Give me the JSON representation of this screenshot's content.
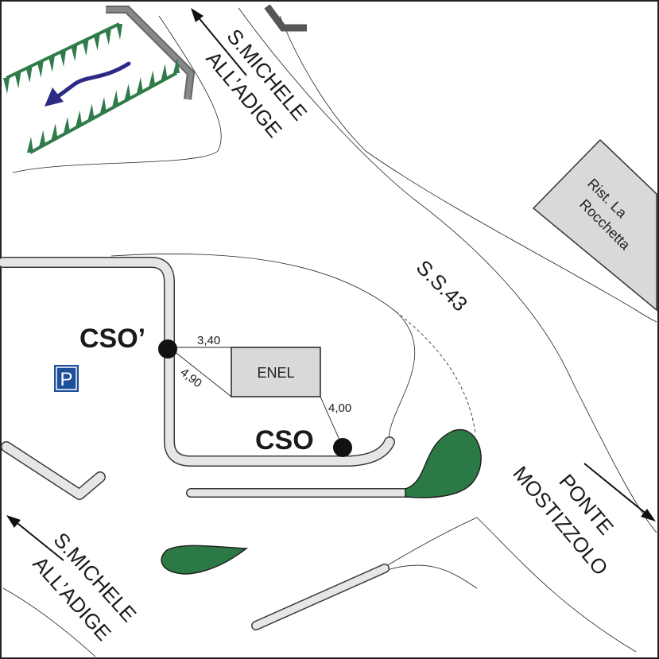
{
  "map": {
    "road_labels": {
      "s_michele_top_line1": "S.MICHELE",
      "s_michele_top_line2": "ALL’ADIGE",
      "s_michele_bottom_line1": "S.MICHELE",
      "s_michele_bottom_line2": "ALL’ADIGE",
      "ss43": "S.S.43",
      "ponte_line1": "PONTE",
      "ponte_line2": "MOSTIZZOLO"
    },
    "buildings": {
      "rist_line1": "Rist. La",
      "rist_line2": "Rocchetta",
      "enel": "ENEL"
    },
    "points": {
      "cso_prime": "CSO’",
      "cso": "CSO"
    },
    "distances": {
      "d1": "3,40",
      "d2": "4,90",
      "d3": "4,00"
    },
    "parking": "P",
    "colors": {
      "vegetation": "#2f7b4a",
      "tree_blob": "#1f6b3a",
      "river_arrow": "#2b2a85",
      "parking_blue": "#1d4f9a",
      "building_fill": "#d9d9d9",
      "pipe_fill": "#e6e6e6",
      "outline": "#222222"
    }
  }
}
